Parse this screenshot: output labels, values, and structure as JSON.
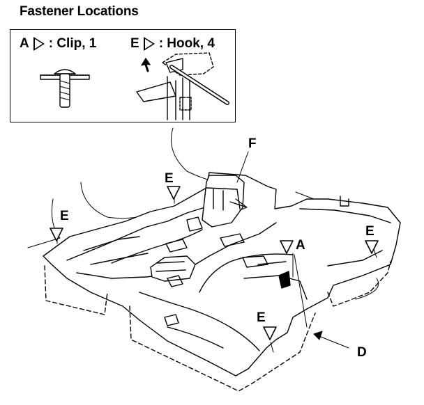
{
  "page_title": "Fastener Locations",
  "legend": {
    "clip": {
      "letter": "A",
      "label": ": Clip, 1"
    },
    "hook": {
      "letter": "E",
      "label": ": Hook, 4"
    }
  },
  "callouts": {
    "f": "F",
    "e_center": "E",
    "e_left": "E",
    "e_right": "E",
    "e_bottom": "E",
    "a": "A",
    "d": "D"
  }
}
